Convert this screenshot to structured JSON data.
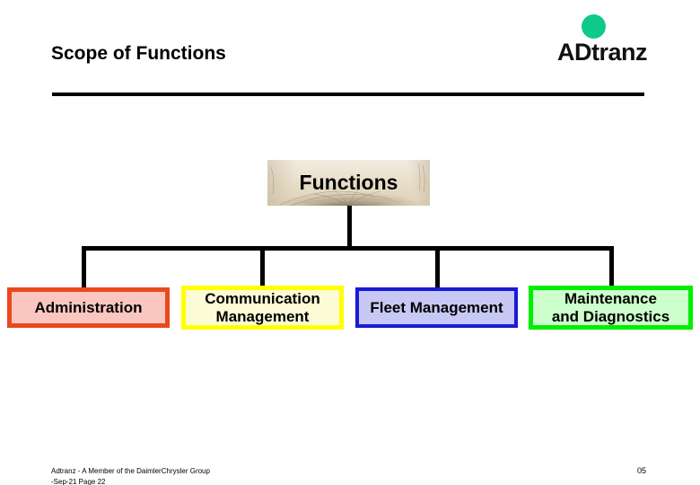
{
  "slide": {
    "title": "Scope of Functions",
    "background_color": "#ffffff"
  },
  "logo": {
    "wordmark": "ADtranz",
    "dot_icon": "circle-icon",
    "dot_color": "#0fc98a",
    "text_color": "#111111"
  },
  "chart_data": {
    "type": "diagram",
    "diagram_type": "org-chart",
    "title": "Scope of Functions",
    "root": {
      "label": "Functions",
      "fill": "parchment-texture",
      "text_color": "#000000"
    },
    "children": [
      {
        "label": "Administration",
        "fill": "#f9c6c0",
        "border": "#e8491d",
        "text_color": "#000000"
      },
      {
        "label": "Communication Management",
        "line1": "Communication",
        "line2": "Management",
        "fill": "#fcfbd6",
        "border": "#ffff00",
        "text_color": "#000000"
      },
      {
        "label": "Fleet Management",
        "line1": "Fleet Management",
        "line2": "",
        "fill": "#c8c8f5",
        "border": "#1a1ad6",
        "text_color": "#000000"
      },
      {
        "label": "Maintenance and Diagnostics",
        "line1": "Maintenance",
        "line2": "and Diagnostics",
        "fill": "#ccffcc",
        "border": "#00ee00",
        "text_color": "#000000"
      }
    ],
    "connector_color": "#000000"
  },
  "footer": {
    "line1": "Adtranz - A Member of the DaimlerChrysler Group",
    "line2": "-Sep-21  Page 22",
    "page_number": "05"
  }
}
